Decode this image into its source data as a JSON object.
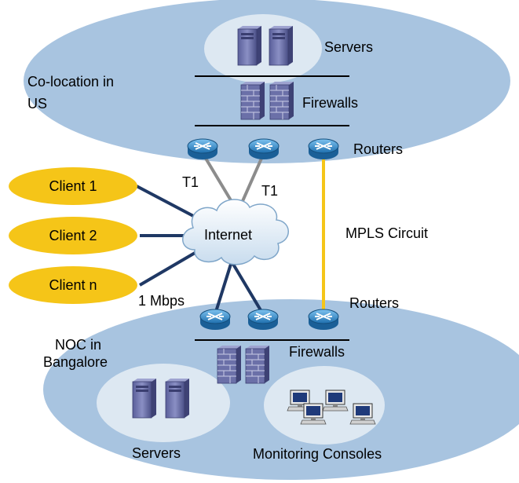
{
  "colocation": {
    "site_label_line1": "Co-location in",
    "site_label_line2": "US",
    "servers_label": "Servers",
    "firewalls_label": "Firewalls",
    "routers_label": "Routers"
  },
  "noc": {
    "site_label_line1": "NOC in",
    "site_label_line2": "Bangalore",
    "routers_label": "Routers",
    "firewalls_label": "Firewalls",
    "servers_label": "Servers",
    "consoles_label": "Monitoring Consoles"
  },
  "clients": [
    {
      "label": "Client 1"
    },
    {
      "label": "Client 2"
    },
    {
      "label": "Client n"
    }
  ],
  "internet_label": "Internet",
  "links": {
    "t1_left": "T1",
    "t1_right": "T1",
    "mpls": "MPLS Circuit",
    "noc_uplink": "1 Mbps"
  },
  "colors": {
    "site_fill": "#a8c4e0",
    "inner_fill": "#dde8f2",
    "client_fill": "#f5c518",
    "t1_line": "#8c8c8c",
    "client_line": "#1f3864",
    "mpls_line": "#f5c518",
    "router_blue": "#3b8fd0"
  }
}
